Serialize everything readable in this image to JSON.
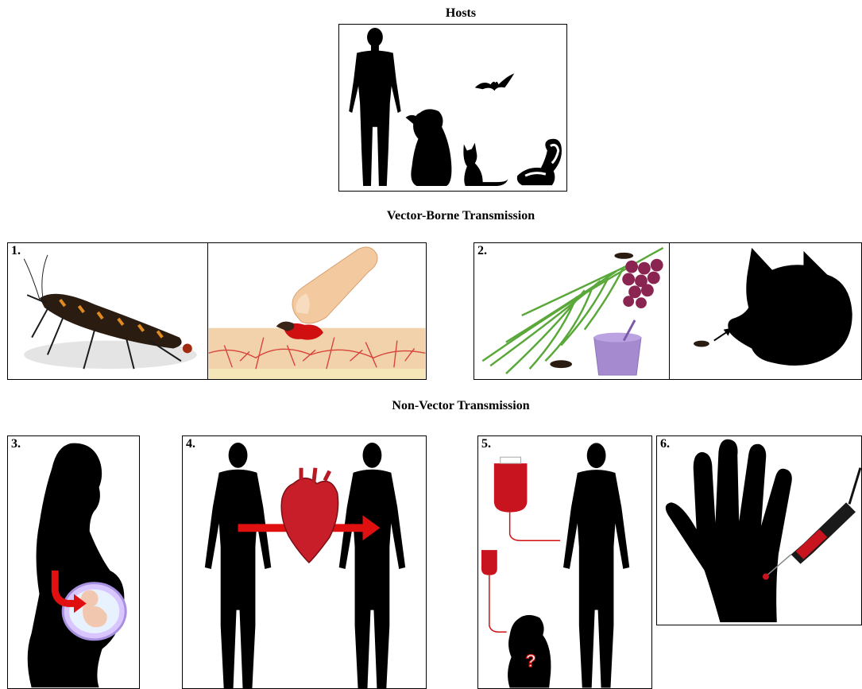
{
  "titles": {
    "hosts": "Hosts",
    "vector_borne": "Vector-Borne Transmission",
    "non_vector": "Non-Vector Transmission"
  },
  "panels": {
    "p1": "1.",
    "p2": "2.",
    "p3": "3.",
    "p4": "4.",
    "p5": "5.",
    "p6": "6."
  },
  "question_mark": "?",
  "colors": {
    "silhouette": "#000000",
    "blood_red": "#d01010",
    "arrow_red": "#e01010",
    "leaf_green": "#5aa83a",
    "grape_purple": "#8a2450",
    "smoothie_lilac": "#a68ad0",
    "skin": "#f1d2ab",
    "vessel": "#d8433a"
  }
}
